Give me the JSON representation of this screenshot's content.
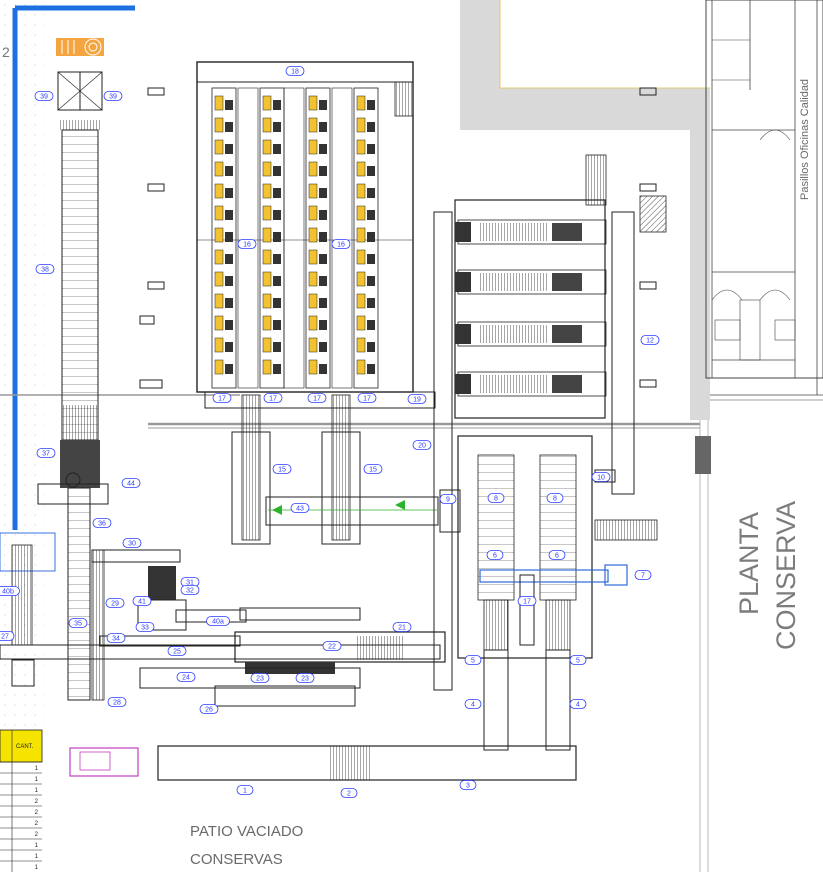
{
  "labels": {
    "sheet_number": "2",
    "corridor": "Pasillos Oficinas Calidad",
    "plant_line1": "PLANTA",
    "plant_line2": "CONSERVA",
    "patio_line1": "PATIO VACIADO",
    "patio_line2": "CONSERVAS",
    "table_header": "CANT."
  },
  "table_quantities": [
    "1",
    "1",
    "1",
    "2",
    "2",
    "2",
    "2",
    "1",
    "1",
    "1"
  ],
  "tags": [
    {
      "id": "t39a",
      "text": "39"
    },
    {
      "id": "t39b",
      "text": "39"
    },
    {
      "id": "t38",
      "text": "38"
    },
    {
      "id": "t37",
      "text": "37"
    },
    {
      "id": "t44",
      "text": "44"
    },
    {
      "id": "t36",
      "text": "36"
    },
    {
      "id": "t30",
      "text": "30"
    },
    {
      "id": "t40b",
      "text": "40b"
    },
    {
      "id": "t29",
      "text": "29"
    },
    {
      "id": "t27",
      "text": "27"
    },
    {
      "id": "t35",
      "text": "35"
    },
    {
      "id": "t34",
      "text": "34"
    },
    {
      "id": "t33",
      "text": "33"
    },
    {
      "id": "t31",
      "text": "31"
    },
    {
      "id": "t32",
      "text": "32"
    },
    {
      "id": "t41",
      "text": "41"
    },
    {
      "id": "t40a",
      "text": "40a"
    },
    {
      "id": "t25",
      "text": "25"
    },
    {
      "id": "t24",
      "text": "24"
    },
    {
      "id": "t23a",
      "text": "23"
    },
    {
      "id": "t23b",
      "text": "23"
    },
    {
      "id": "t26",
      "text": "26"
    },
    {
      "id": "t28",
      "text": "28"
    },
    {
      "id": "t22",
      "text": "22"
    },
    {
      "id": "t21",
      "text": "21"
    },
    {
      "id": "t18",
      "text": "18"
    },
    {
      "id": "t16a",
      "text": "16"
    },
    {
      "id": "t16b",
      "text": "16"
    },
    {
      "id": "t17a",
      "text": "17"
    },
    {
      "id": "t17b",
      "text": "17"
    },
    {
      "id": "t17c",
      "text": "17"
    },
    {
      "id": "t17d",
      "text": "17"
    },
    {
      "id": "t19",
      "text": "19"
    },
    {
      "id": "t15a",
      "text": "15"
    },
    {
      "id": "t15b",
      "text": "15"
    },
    {
      "id": "t43",
      "text": "43"
    },
    {
      "id": "t20",
      "text": "20"
    },
    {
      "id": "t9",
      "text": "9"
    },
    {
      "id": "t8a",
      "text": "8"
    },
    {
      "id": "t8b",
      "text": "8"
    },
    {
      "id": "t6a",
      "text": "6"
    },
    {
      "id": "t6b",
      "text": "6"
    },
    {
      "id": "t7",
      "text": "7"
    },
    {
      "id": "t17e",
      "text": "17"
    },
    {
      "id": "t5a",
      "text": "5"
    },
    {
      "id": "t5b",
      "text": "5"
    },
    {
      "id": "t4a",
      "text": "4"
    },
    {
      "id": "t4b",
      "text": "4"
    },
    {
      "id": "t10",
      "text": "10"
    },
    {
      "id": "t12",
      "text": "12"
    },
    {
      "id": "t1",
      "text": "1"
    },
    {
      "id": "t2",
      "text": "2"
    },
    {
      "id": "t3",
      "text": "3"
    }
  ]
}
